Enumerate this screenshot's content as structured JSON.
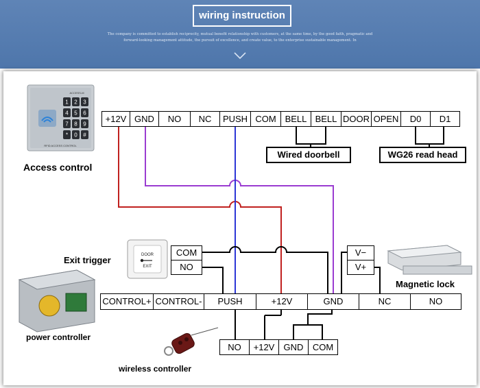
{
  "banner": {
    "title": "wiring instruction",
    "text": "The company is committed to establish reciprocity, mutual benefit relationship with customers, at the same time, by the good faith, pragmatic and forward-looking management attitude, the pursuit of excellence, and create value, to the enterprise sustainable management. In"
  },
  "device_labels": {
    "access_control": "Access control",
    "exit_trigger": "Exit trigger",
    "magnetic_lock": "Magnetic lock",
    "power_controller": "power controller",
    "wireless_controller": "wireless controller",
    "wired_doorbell": "Wired doorbell",
    "wg26_read_head": "WG26 read head"
  },
  "access_terminals": [
    "+12V",
    "GND",
    "NO",
    "NC",
    "PUSH",
    "COM",
    "BELL",
    "BELL",
    "DOOR",
    "OPEN",
    "D0",
    "D1"
  ],
  "power_terminals": [
    "CONTROL+",
    "CONTROL-",
    "PUSH",
    "+12V",
    "GND",
    "NC",
    "NO"
  ],
  "exit_terminals": [
    "COM",
    "NO"
  ],
  "lock_terminals": [
    "V−",
    "V+"
  ],
  "wireless_terminals": [
    "NO",
    "+12V",
    "GND",
    "COM"
  ],
  "device_text": {
    "keypad_brand": "ACCESS-M",
    "keypad_footer": "RFID ACCESS CONTROL",
    "keypad_keys": [
      "1",
      "2",
      "3",
      "4",
      "5",
      "6",
      "7",
      "8",
      "9",
      "*",
      "0",
      "#"
    ],
    "exit_door_text": "DOOR",
    "exit_exit_text": "EXIT"
  },
  "colors": {
    "red_wire": "#c0201e",
    "purple_wire": "#9a3bd1",
    "blue_wire": "#2a35d6",
    "black_wire": "#000000",
    "banner_blue": "#5880b4"
  }
}
